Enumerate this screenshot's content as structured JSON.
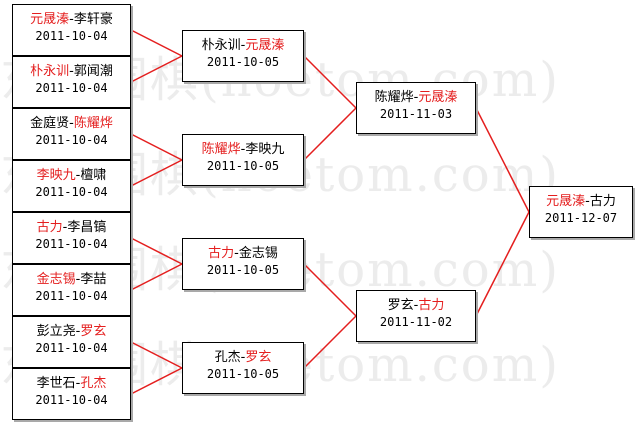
{
  "watermark": "东方围棋(hoetom.com)",
  "colors": {
    "winner": "#e41e1e",
    "line": "#e41e1e",
    "text": "#000000"
  },
  "round1": [
    {
      "p1": "元晟溱",
      "sep": "-",
      "p2": "李轩豪",
      "winner": 1,
      "date": "2011-10-04"
    },
    {
      "p1": "朴永训",
      "sep": "-",
      "p2": "郭闻潮",
      "winner": 1,
      "date": "2011-10-04"
    },
    {
      "p1": "金庭贤",
      "sep": "-",
      "p2": "陈耀烨",
      "winner": 2,
      "date": "2011-10-04"
    },
    {
      "p1": "李映九",
      "sep": "-",
      "p2": "檀啸",
      "winner": 1,
      "date": "2011-10-04"
    },
    {
      "p1": "古力",
      "sep": "-",
      "p2": "李昌镐",
      "winner": 1,
      "date": "2011-10-04"
    },
    {
      "p1": "金志锡",
      "sep": "-",
      "p2": "李喆",
      "winner": 1,
      "date": "2011-10-04"
    },
    {
      "p1": "彭立尧",
      "sep": "-",
      "p2": "罗玄",
      "winner": 2,
      "date": "2011-10-04"
    },
    {
      "p1": "李世石",
      "sep": "-",
      "p2": "孔杰",
      "winner": 2,
      "date": "2011-10-04"
    }
  ],
  "round2": [
    {
      "p1": "朴永训",
      "sep": "-",
      "p2": "元晟溱",
      "winner": 2,
      "date": "2011-10-05"
    },
    {
      "p1": "陈耀烨",
      "sep": "-",
      "p2": "李映九",
      "winner": 1,
      "date": "2011-10-05"
    },
    {
      "p1": "古力",
      "sep": "-",
      "p2": "金志锡",
      "winner": 1,
      "date": "2011-10-05"
    },
    {
      "p1": "孔杰",
      "sep": "-",
      "p2": "罗玄",
      "winner": 2,
      "date": "2011-10-05"
    }
  ],
  "round3": [
    {
      "p1": "陈耀烨",
      "sep": "-",
      "p2": "元晟溱",
      "winner": 2,
      "date": "2011-11-03"
    },
    {
      "p1": "罗玄",
      "sep": "-",
      "p2": "古力",
      "winner": 2,
      "date": "2011-11-02"
    }
  ],
  "final": [
    {
      "p1": "元晟溱",
      "sep": "-",
      "p2": "古力",
      "winner": 1,
      "date": "2011-12-07"
    }
  ]
}
